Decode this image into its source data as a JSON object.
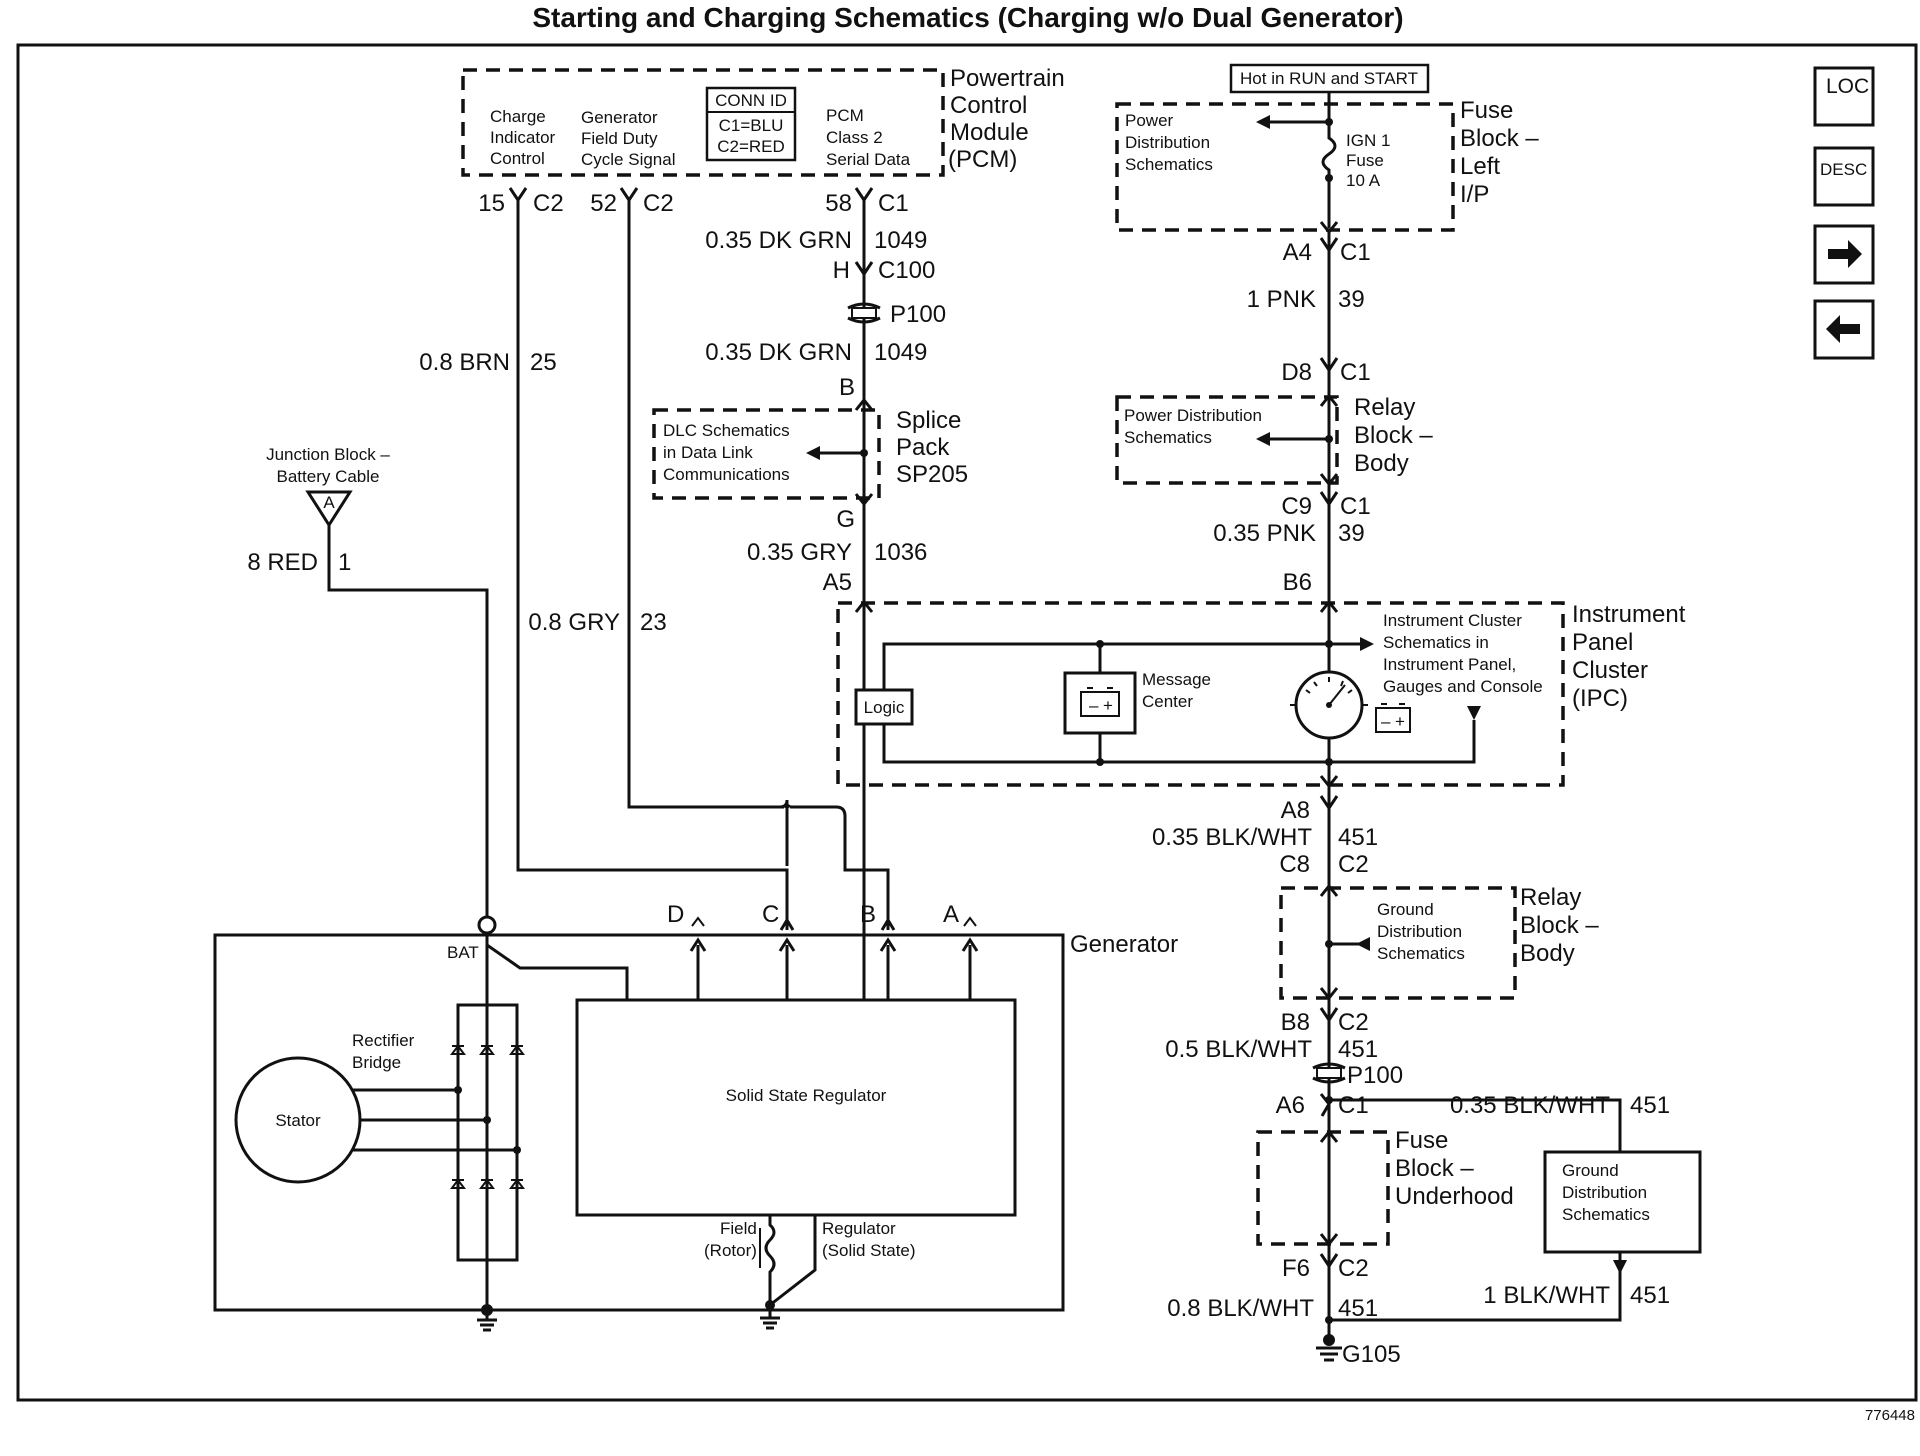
{
  "title": "Starting and Charging Schematics (Charging w/o Dual Generator)",
  "figure_id": "776448",
  "pcm": {
    "name_lines": [
      "Powertrain",
      "Control",
      "Module",
      "(PCM)"
    ],
    "charge_indicator": [
      "Charge",
      "Indicator",
      "Control"
    ],
    "field_duty": [
      "Generator",
      "Field Duty",
      "Cycle Signal"
    ],
    "conn_id": [
      "CONN ID",
      "C1=BLU",
      "C2=RED"
    ],
    "serial_data": [
      "PCM",
      "Class 2",
      "Serial Data"
    ],
    "pin15": "15",
    "pin15_conn": "C2",
    "pin52": "52",
    "pin52_conn": "C2",
    "pin58": "58",
    "pin58_conn": "C1"
  },
  "wires": {
    "brn": {
      "label": "0.8 BRN",
      "circuit": "25"
    },
    "gry": {
      "label": "0.8 GRY",
      "circuit": "23"
    },
    "red": {
      "label": "8 RED",
      "circuit": "1"
    },
    "dkgrn1": {
      "label": "0.35 DK GRN",
      "circuit": "1049"
    },
    "dkgrn2": {
      "label": "0.35 DK GRN",
      "circuit": "1049"
    },
    "gry_data": {
      "label": "0.35 GRY",
      "circuit": "1036"
    },
    "pnk1": {
      "label": "1 PNK",
      "circuit": "39"
    },
    "pnk2": {
      "label": "0.35 PNK",
      "circuit": "39"
    },
    "blkwht1": {
      "label": "0.35 BLK/WHT",
      "circuit": "451"
    },
    "blkwht2": {
      "label": "0.5 BLK/WHT",
      "circuit": "451"
    },
    "blkwht3": {
      "label": "0.35 BLK/WHT",
      "circuit": "451"
    },
    "blkwht4": {
      "label": "0.8 BLK/WHT",
      "circuit": "451"
    },
    "blkwht5": {
      "label": "1 BLK/WHT",
      "circuit": "451"
    }
  },
  "connectors": {
    "h": "H",
    "c100": "C100",
    "p100": "P100",
    "b": "B",
    "g": "G",
    "a5": "A5",
    "a4": "A4",
    "a4_conn": "C1",
    "d8": "D8",
    "d8_conn": "C1",
    "c9": "C9",
    "c9_conn": "C1",
    "b6": "B6",
    "a8": "A8",
    "c8": "C8",
    "c8_conn": "C2",
    "b8": "B8",
    "b8_conn": "C2",
    "p100b": "P100",
    "a6": "A6",
    "a6_conn": "C1",
    "f6": "F6",
    "f6_conn": "C2",
    "g105": "G105"
  },
  "splice_pack": {
    "name_lines": [
      "Splice",
      "Pack",
      "SP205"
    ],
    "dlc": [
      "DLC Schematics",
      "in Data Link",
      "Communications"
    ]
  },
  "junction_block": {
    "lines": [
      "Junction Block –",
      "Battery Cable"
    ],
    "pin": "A"
  },
  "hot_in": "Hot in RUN and START",
  "fuse_block_ip": {
    "name_lines": [
      "Fuse",
      "Block –",
      "Left",
      "I/P"
    ],
    "power_dist": [
      "Power",
      "Distribution",
      "Schematics"
    ],
    "fuse": [
      "IGN 1",
      "Fuse",
      "10 A"
    ]
  },
  "relay_block1": {
    "name_lines": [
      "Relay",
      "Block –",
      "Body"
    ],
    "power_dist": [
      "Power Distribution",
      "Schematics"
    ]
  },
  "ipc": {
    "name_lines": [
      "Instrument",
      "Panel",
      "Cluster",
      "(IPC)"
    ],
    "logic": "Logic",
    "message_center": [
      "Message",
      "Center"
    ],
    "ic_schematics": [
      "Instrument Cluster",
      "Schematics in",
      "Instrument Panel,",
      "Gauges and Console"
    ]
  },
  "relay_block2": {
    "name_lines": [
      "Relay",
      "Block –",
      "Body"
    ],
    "ground_dist": [
      "Ground",
      "Distribution",
      "Schematics"
    ]
  },
  "fuse_block_uh": {
    "name_lines": [
      "Fuse",
      "Block –",
      "Underhood"
    ]
  },
  "ground_dist_box": [
    "Ground",
    "Distribution",
    "Schematics"
  ],
  "generator": {
    "name": "Generator",
    "bat": "BAT",
    "terminals": [
      "D",
      "C",
      "B",
      "A"
    ],
    "rectifier": [
      "Rectifier",
      "Bridge"
    ],
    "stator": "Stator",
    "regulator": "Solid State Regulator",
    "field": [
      "Field",
      "(Rotor)"
    ],
    "regulator_ss": [
      "Regulator",
      "(Solid State)"
    ]
  },
  "nav": {
    "loc": "LOC",
    "desc": "DESC",
    "next": "next-page",
    "prev": "previous-page"
  }
}
